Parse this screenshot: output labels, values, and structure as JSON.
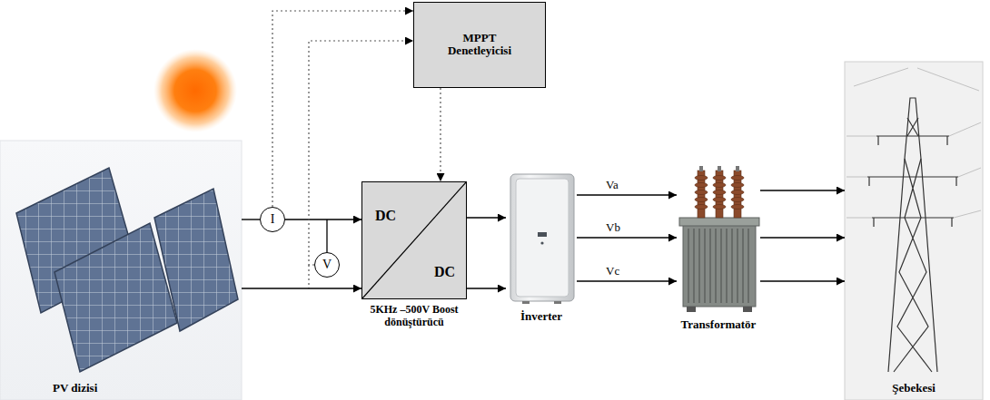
{
  "diagram": {
    "nodes": [
      {
        "text": [
          "PV dizisi"
        ]
      },
      {
        "text": [
          "I"
        ]
      },
      {
        "text": [
          "V"
        ]
      },
      {
        "text": [
          "MPPT Denetleyicisi"
        ]
      },
      {
        "text": [
          "DC",
          "DC",
          "5KHz –500V Boost dönüştürücü"
        ]
      },
      {
        "text": [
          "İnverter"
        ]
      },
      {
        "text": [
          "Transformatör"
        ]
      },
      {
        "text": [
          "Şebekesi"
        ]
      }
    ],
    "edges": [
      {
        "from": 0,
        "to": 1,
        "arrow": "none"
      },
      {
        "from": 1,
        "to": 4,
        "arrow": "to"
      },
      {
        "from": 0,
        "to": 4,
        "arrow": "to"
      },
      {
        "from": 1,
        "to": 3,
        "arrow": "to"
      },
      {
        "from": 2,
        "to": 3,
        "arrow": "to"
      },
      {
        "from": 3,
        "to": 4,
        "arrow": "to"
      },
      {
        "from": 4,
        "to": 5,
        "arrow": "to"
      },
      {
        "from": 4,
        "to": 5,
        "arrow": "to"
      },
      {
        "from": 5,
        "to": 6,
        "arrow": "to",
        "label": "Va"
      },
      {
        "from": 5,
        "to": 6,
        "arrow": "to",
        "label": "Vb"
      },
      {
        "from": 5,
        "to": 6,
        "arrow": "to",
        "label": "Vc"
      },
      {
        "from": 6,
        "to": 7,
        "arrow": "to"
      },
      {
        "from": 6,
        "to": 7,
        "arrow": "to"
      },
      {
        "from": 6,
        "to": 7,
        "arrow": "to"
      }
    ]
  }
}
